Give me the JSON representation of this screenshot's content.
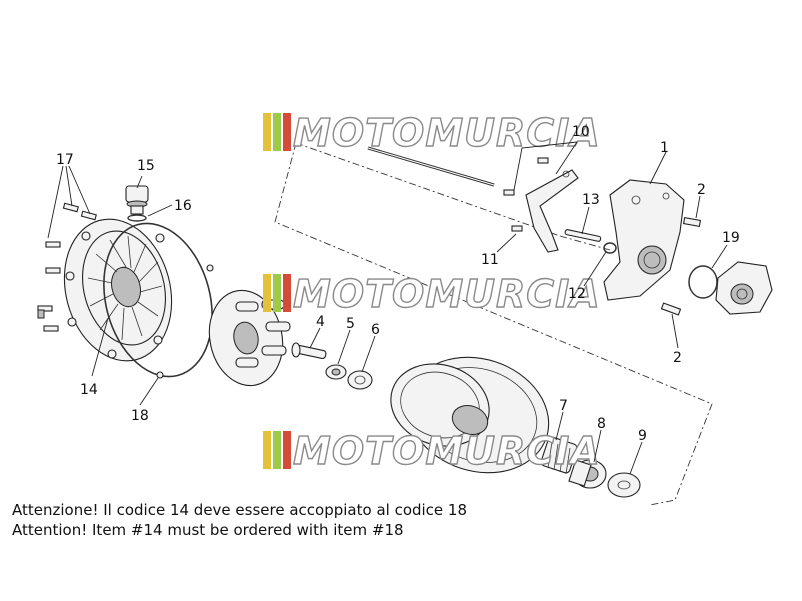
{
  "watermark": {
    "text": "MOTOMURCIA",
    "stripe_colors": [
      "#e3c23a",
      "#9ec94a",
      "#d64a3a"
    ]
  },
  "callouts": [
    "17",
    "15",
    "16",
    "14",
    "18",
    "4",
    "5",
    "6",
    "10",
    "1",
    "2",
    "13",
    "11",
    "12",
    "19",
    "2",
    "7",
    "8",
    "9"
  ],
  "notes": {
    "italian": "Attenzione! Il codice 14 deve essere accoppiato al codice 18",
    "english": "Attention! Item #14 must be ordered with item #18"
  }
}
